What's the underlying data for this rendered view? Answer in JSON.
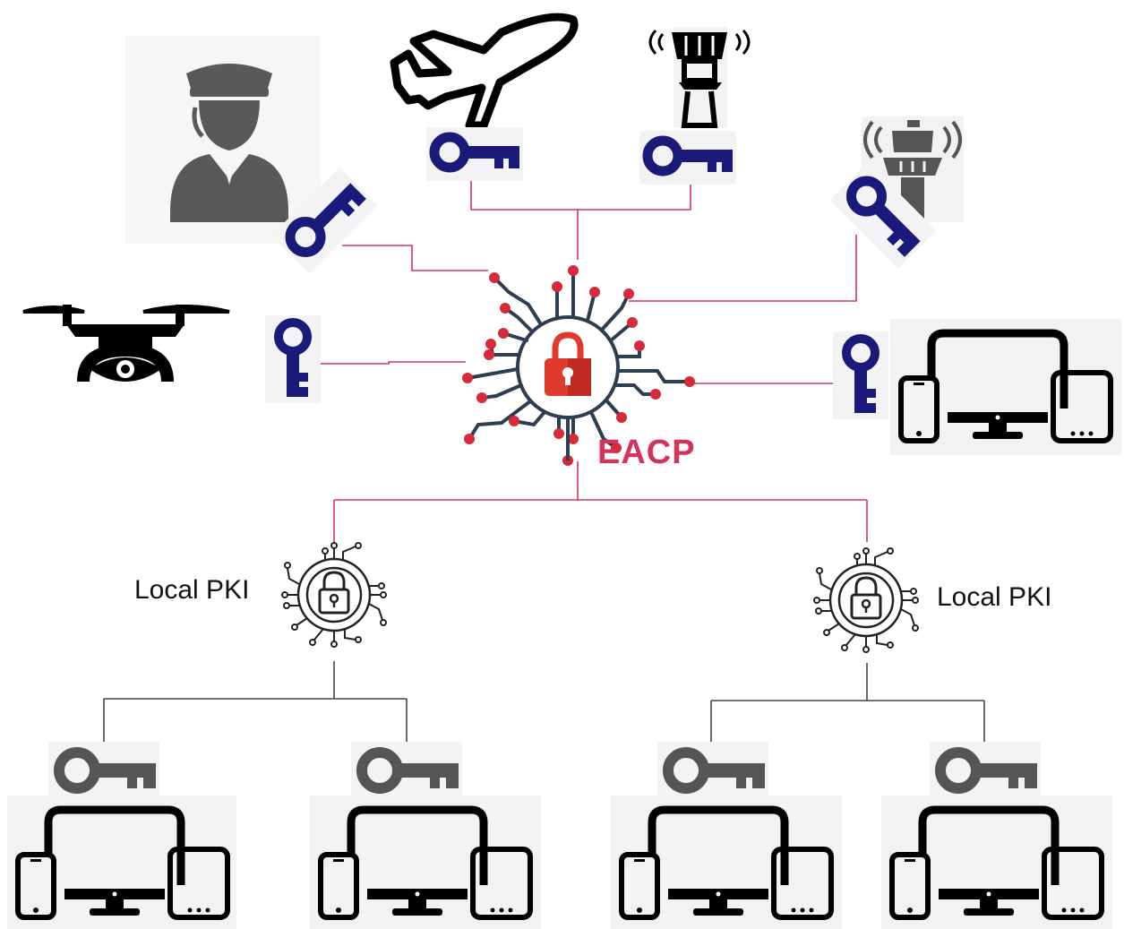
{
  "hub": {
    "label": "EACP"
  },
  "local_pki": [
    {
      "label": "Local PKI"
    },
    {
      "label": "Local PKI"
    }
  ],
  "colors": {
    "connector": "#d6335a",
    "tree_line": "#444444",
    "key_blue": "#1a1a7a",
    "key_gray": "#555555",
    "lock_red": "#e03a2e",
    "circuit": "#2c3e50",
    "circuit_dot": "#d62a3a"
  },
  "icons": [
    "pilot-icon",
    "airplane-icon",
    "control-tower-icon",
    "tower-signal-icon",
    "drone-icon",
    "devices-icon",
    "key-icon",
    "lock-icon"
  ]
}
